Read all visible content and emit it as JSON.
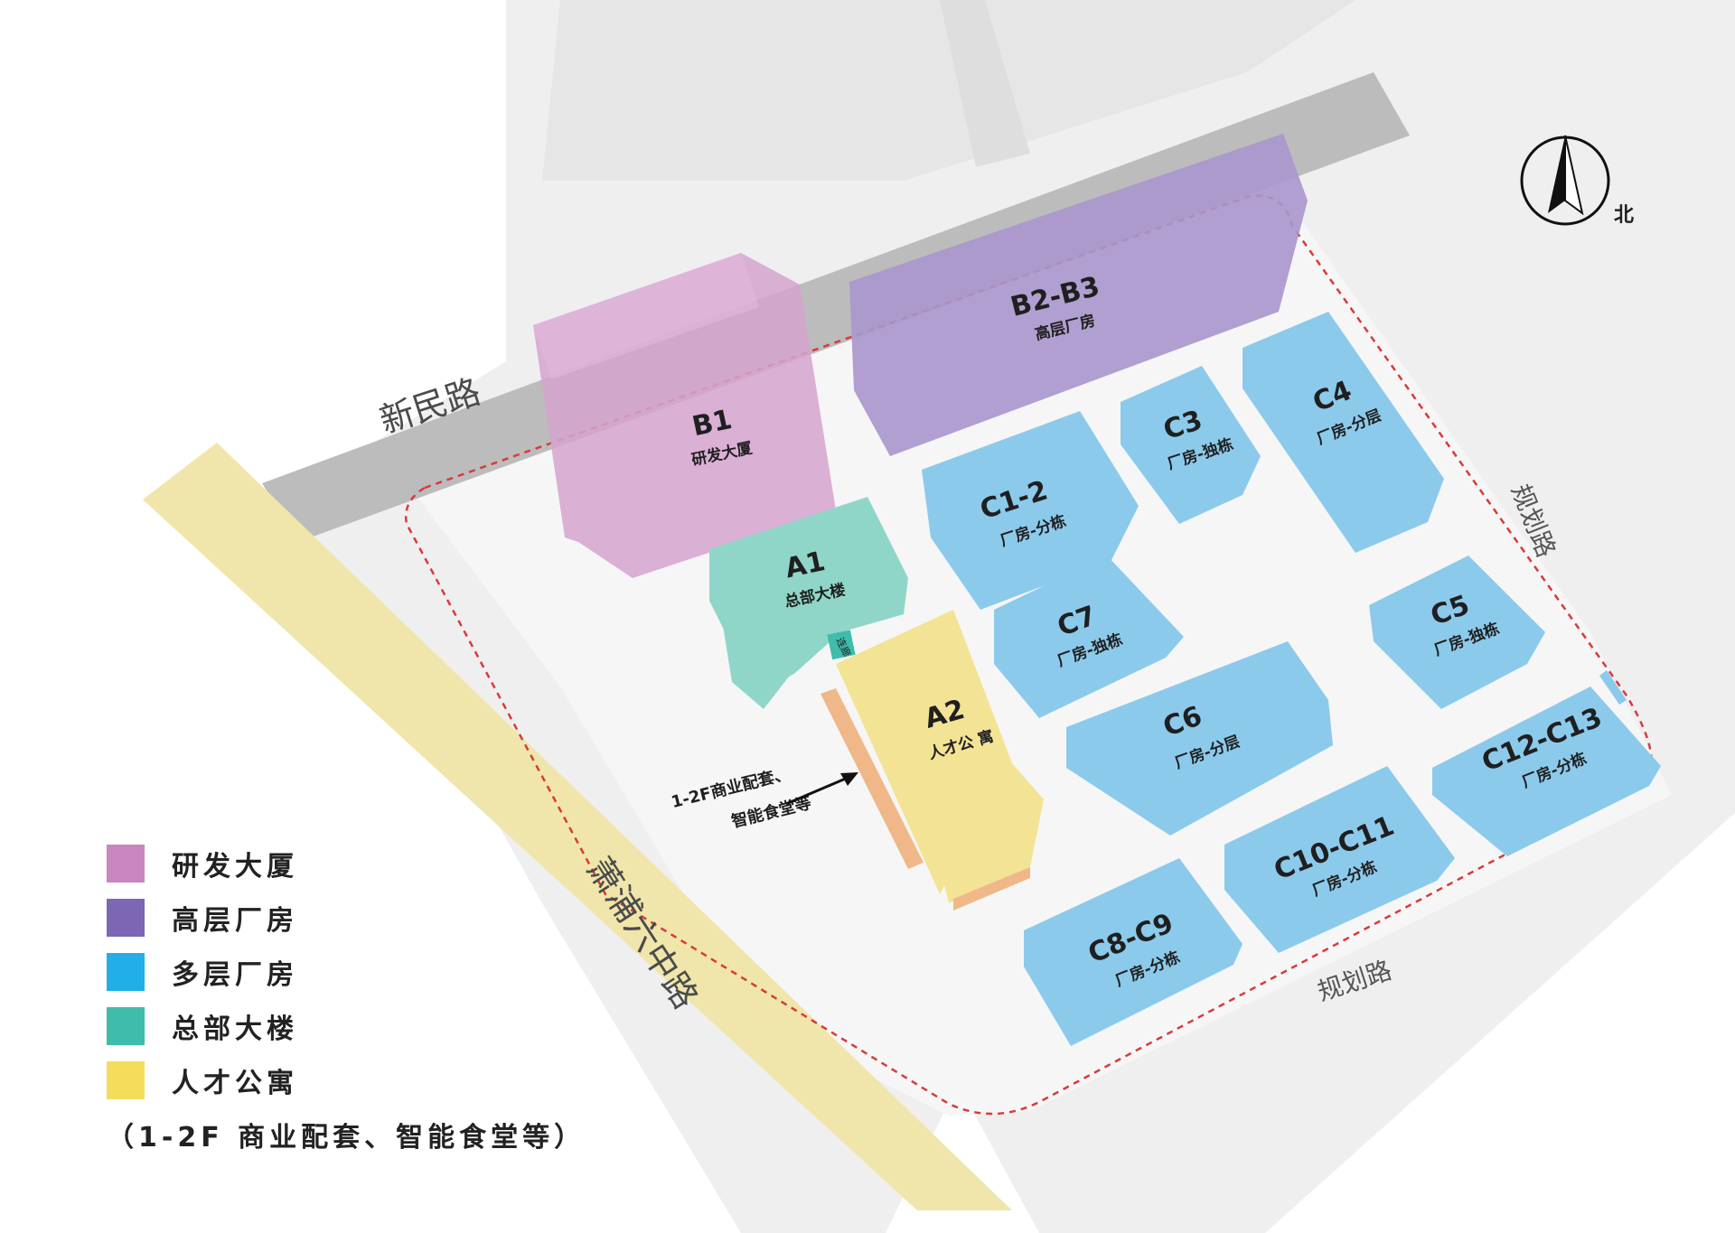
{
  "colors": {
    "rnd": "#d6a3cf",
    "highrise": "#a996cc",
    "multistorey": "#8ccaec",
    "hq": "#8fd6c8",
    "apartment": "#f3e394",
    "commercial": "#f0b888",
    "road_main": "#b7b7b7",
    "road_yellow": "#f0e5a8",
    "site_border": "#d93a3a",
    "legend_rnd": "#c985bd",
    "legend_highrise": "#7d66b3",
    "legend_multistorey": "#22aee6",
    "legend_hq": "#3fbcaa",
    "legend_apartment": "#f5dd5c"
  },
  "roads": {
    "xinmin": "新民路",
    "xiaopu": "萧浦六中路",
    "plan_east": "规划路",
    "plan_south": "规划路"
  },
  "compass": {
    "north_label": "北",
    "icon": "north-arrow-icon"
  },
  "buildings": {
    "b1": {
      "name": "B1",
      "sub": "研发大厦"
    },
    "b2b3": {
      "name": "B2-B3",
      "sub": "高层厂房"
    },
    "a1": {
      "name": "A1",
      "sub": "总部大楼",
      "link": "连廊"
    },
    "a2": {
      "name": "A2",
      "sub": "人才公 寓"
    },
    "c12": {
      "name": "C1-2",
      "sub": "厂房-分栋"
    },
    "c3": {
      "name": "C3",
      "sub": "厂房-独栋"
    },
    "c4": {
      "name": "C4",
      "sub": "厂房-分层"
    },
    "c5": {
      "name": "C5",
      "sub": "厂房-独栋"
    },
    "c6": {
      "name": "C6",
      "sub": "厂房-分层"
    },
    "c7": {
      "name": "C7",
      "sub": "厂房-独栋"
    },
    "c8c9": {
      "name": "C8-C9",
      "sub": "厂房-分栋"
    },
    "c10c11": {
      "name": "C10-C11",
      "sub": "厂房-分栋"
    },
    "c12c13": {
      "name": "C12-C13",
      "sub": "厂房-分栋"
    }
  },
  "callout": {
    "line1": "1-2F商业配套、",
    "line2": "智能食堂等"
  },
  "legend": {
    "items": [
      "研发大厦",
      "高层厂房",
      "多层厂房",
      "总部大楼",
      "人才公寓"
    ],
    "note": "（1-2F 商业配套、智能食堂等）"
  }
}
